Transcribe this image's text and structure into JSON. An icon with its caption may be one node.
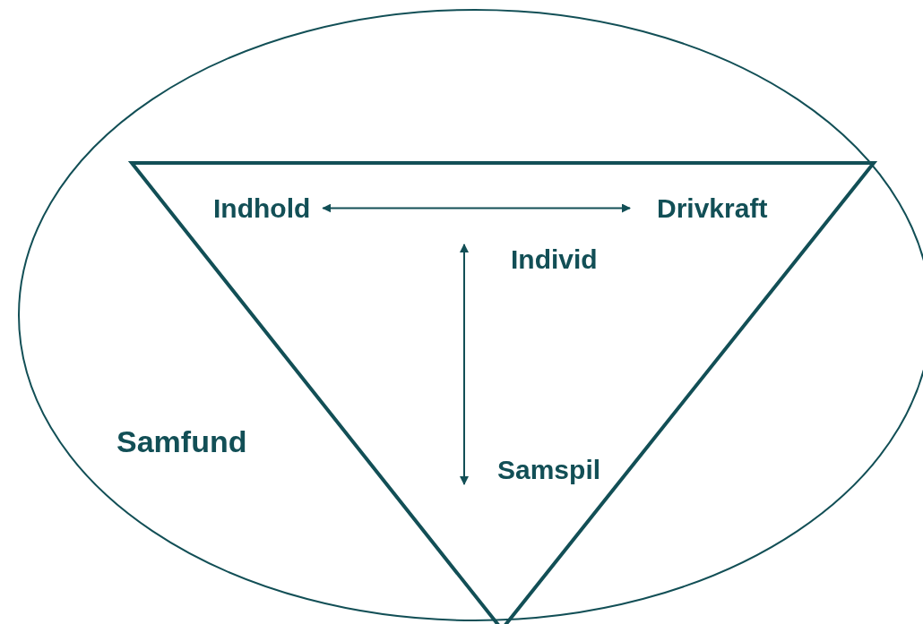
{
  "diagram": {
    "nodes": [
      {
        "text": [
          "Samfund"
        ]
      },
      {
        "text": [],
        "shape": "triangle",
        "in": 0
      },
      {
        "text": [
          "Indhold"
        ],
        "in": 1
      },
      {
        "text": [
          "Drivkraft"
        ],
        "in": 1
      },
      {
        "text": [
          "Individ"
        ],
        "in": 1
      },
      {
        "text": [
          "Samspil"
        ],
        "in": 1
      }
    ],
    "edges": [
      {
        "from": 2,
        "to": 3,
        "arrow": "both"
      },
      {
        "from": 4,
        "to": 5,
        "arrow": "both"
      }
    ]
  }
}
